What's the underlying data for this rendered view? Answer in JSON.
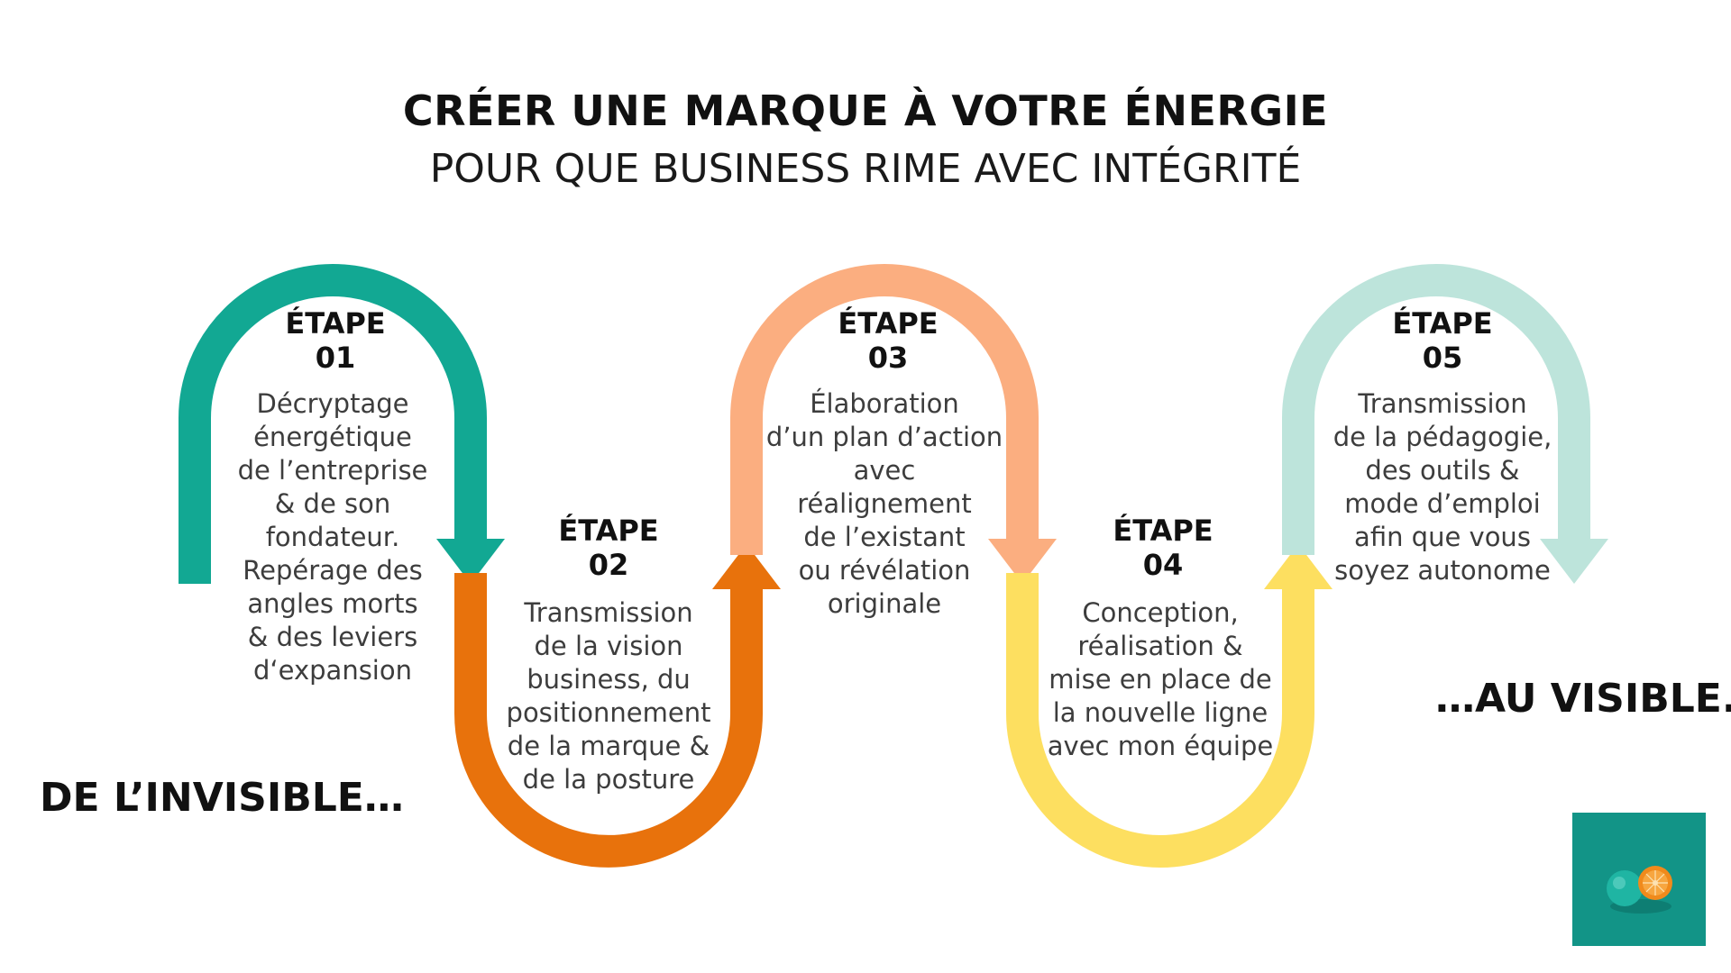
{
  "header": {
    "title": "CRÉER UNE MARQUE À VOTRE ÉNERGIE",
    "subtitle": "POUR QUE BUSINESS RIME AVEC INTÉGRITÉ"
  },
  "labels": {
    "start": "DE L’INVISIBLE…",
    "end": "…AU VISIBLE."
  },
  "colors": {
    "step1": "#12a893",
    "step2": "#e8720c",
    "step3": "#fbae80",
    "step4": "#fddf60",
    "step5": "#bde4db",
    "logo_bg": "#129487"
  },
  "steps": [
    {
      "label": "ÉTAPE",
      "number": "01",
      "lines": [
        "Décryptage",
        "énergétique",
        "de l’entreprise",
        "& de son",
        "fondateur.",
        "Repérage des",
        "angles morts",
        "& des leviers",
        "d‘expansion"
      ]
    },
    {
      "label": "ÉTAPE",
      "number": "02",
      "lines": [
        "Transmission",
        "de la vision",
        "business, du",
        "positionnement",
        "de la marque &",
        "de la posture"
      ]
    },
    {
      "label": "ÉTAPE",
      "number": "03",
      "lines": [
        "Élaboration",
        "d’un plan d’action",
        "avec",
        "réalignement",
        "de l’existant",
        "ou révélation",
        "originale"
      ]
    },
    {
      "label": "ÉTAPE",
      "number": "04",
      "lines": [
        "Conception,",
        "réalisation &",
        "mise en place de",
        "la nouvelle ligne",
        "avec mon équipe"
      ]
    },
    {
      "label": "ÉTAPE",
      "number": "05",
      "lines": [
        "Transmission",
        "de la pédagogie,",
        "des outils &",
        "mode d’emploi",
        "afin que vous",
        "soyez autonome"
      ]
    }
  ],
  "logo": {
    "icon": "orange-fruit-icon"
  }
}
